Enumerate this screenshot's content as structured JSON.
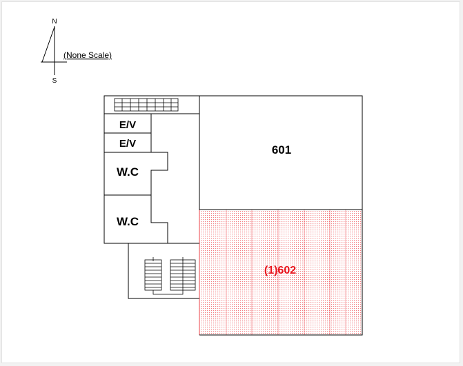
{
  "compass": {
    "north": "N",
    "south": "S",
    "scale_note": "(None Scale)"
  },
  "rooms": {
    "elevator_1": "E/V",
    "elevator_2": "E/V",
    "wc_1": "W.C",
    "wc_2": "W.C",
    "unit_601": "601",
    "unit_602": "(1)602"
  },
  "colors": {
    "highlight_unit_text": "#e8141c",
    "highlight_hatch": "#e8141c",
    "walls": "#000000"
  }
}
